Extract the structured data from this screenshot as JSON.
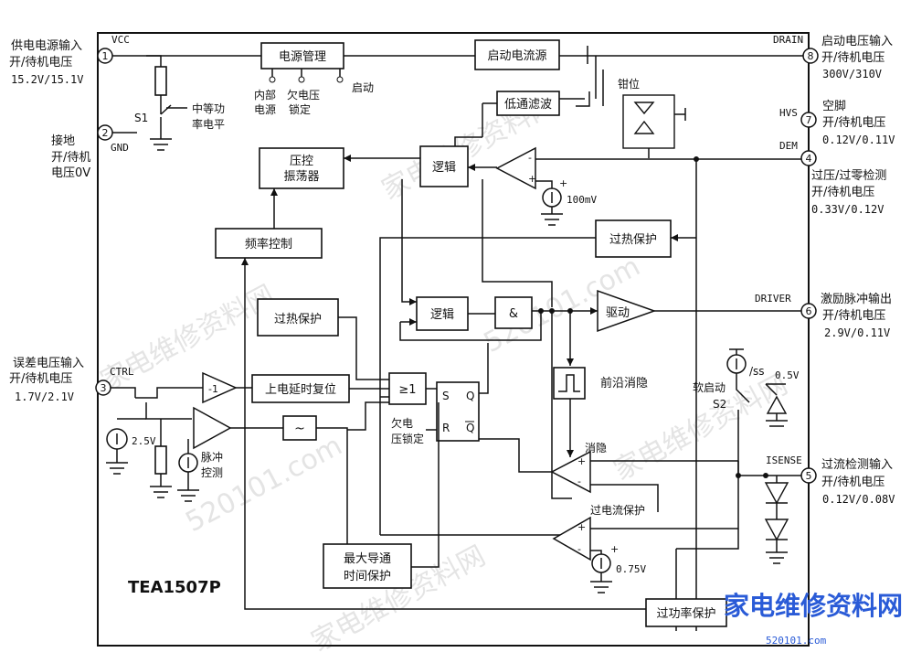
{
  "chip_name": "TEA1507P",
  "pins": {
    "vcc": {
      "num": "1",
      "name": "VCC",
      "desc": [
        "供电电源输入",
        "开/待机电压",
        "15.2V/15.1V"
      ]
    },
    "gnd": {
      "num": "2",
      "name": "GND",
      "desc": [
        "接地",
        "开/待机",
        "电压0V"
      ]
    },
    "ctrl": {
      "num": "3",
      "name": "CTRL",
      "desc": [
        "误差电压输入",
        "开/待机电压",
        "1.7V/2.1V"
      ]
    },
    "dem": {
      "num": "4",
      "name": "DEM",
      "desc": [
        "过压/过零检测",
        "开/待机电压",
        "0.33V/0.12V"
      ]
    },
    "isense": {
      "num": "5",
      "name": "ISENSE",
      "desc": [
        "过流检测输入",
        "开/待机电压",
        "0.12V/0.08V"
      ]
    },
    "driver": {
      "num": "6",
      "name": "DRIVER",
      "desc": [
        "激励脉冲输出",
        "开/待机电压",
        "2.9V/0.11V"
      ]
    },
    "hvs": {
      "num": "7",
      "name": "HVS",
      "desc": [
        "空脚",
        "开/待机电压",
        "0.12V/0.11V"
      ]
    },
    "drain": {
      "num": "8",
      "name": "DRAIN",
      "desc": [
        "启动电压输入",
        "开/待机电压",
        "300V/310V"
      ]
    }
  },
  "blocks": {
    "power_mgmt": "电源管理",
    "startup_source": "启动电流源",
    "lowpass": "低通滤波",
    "clamp": "钳位",
    "vco": [
      "压控",
      "振荡器"
    ],
    "logic1": "逻辑",
    "freq_ctrl": "频率控制",
    "otp_right": "过热保护",
    "otp_left": "过热保护",
    "logic2": "逻辑",
    "and_gate": "&",
    "driver": "驱动",
    "por": "上电延时复位",
    "or_gate": "≥1",
    "leb": "前沿消隐",
    "blanking": "消隐",
    "ocp": "过电流保护",
    "max_on": [
      "最大导通",
      "时间保护"
    ],
    "opp": "过功率保护",
    "uvlo_latch": [
      "欠电",
      "压锁定"
    ],
    "pulse_detect": [
      "脉冲",
      "控测"
    ],
    "soft_start": "软启动",
    "s2": "S2",
    "s1": "S1",
    "mid_power": [
      "中等功",
      "率电平"
    ],
    "inner_supply": [
      "内部",
      "电源"
    ],
    "uvlo": [
      "欠电压",
      "锁定"
    ],
    "startup": "启动",
    "inv": "-1",
    "tilde": "~"
  },
  "values": {
    "ref_100mv": "100mV",
    "ref_2v5": "2.5V",
    "ref_0v75": "0.75V",
    "ref_0v5": "0.5V",
    "iss": "/ss",
    "plus": "+",
    "minus": "-"
  },
  "latch": {
    "s": "S",
    "q": "Q",
    "r": "R",
    "qn": "Q"
  },
  "watermarks": [
    "家电维修资料网",
    "520101.com"
  ],
  "footer_logo": {
    "text": "家电维修资料网",
    "sub": "520101.com",
    "color": "#2a5bd7"
  }
}
